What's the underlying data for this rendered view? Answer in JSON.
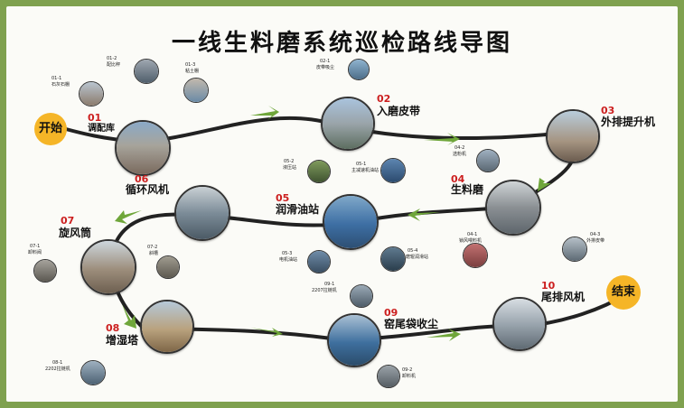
{
  "title": "一线生料磨系统巡检路线导图",
  "start_label": "开始",
  "end_label": "结束",
  "stations": [
    {
      "num": "01",
      "name": "调配库",
      "subs": [
        {
          "code": "01-1",
          "name": "石灰石棚"
        },
        {
          "code": "01-2",
          "name": "配比秤"
        },
        {
          "code": "01-3",
          "name": "粘土棚"
        }
      ]
    },
    {
      "num": "02",
      "name": "入磨皮带",
      "subs": [
        {
          "code": "02-1",
          "name": "皮带吸尘"
        }
      ]
    },
    {
      "num": "03",
      "name": "外排提升机",
      "subs": []
    },
    {
      "num": "04",
      "name": "生料磨",
      "subs": [
        {
          "code": "04-2",
          "name": "选粉机"
        },
        {
          "code": "04-1",
          "name": "锁风喂料机"
        },
        {
          "code": "04-3",
          "name": "外排皮带"
        }
      ]
    },
    {
      "num": "05",
      "name": "润滑油站",
      "subs": [
        {
          "code": "05-2",
          "name": "液压站"
        },
        {
          "code": "05-1",
          "name": "主减速机油站"
        },
        {
          "code": "05-3",
          "name": "电机油站"
        },
        {
          "code": "05-4",
          "name": "磨辊润滑站"
        }
      ]
    },
    {
      "num": "06",
      "name": "循环风机",
      "subs": []
    },
    {
      "num": "07",
      "name": "旋风筒",
      "subs": [
        {
          "code": "07-1",
          "name": "卸料阀"
        },
        {
          "code": "07-2",
          "name": "斜槽"
        }
      ]
    },
    {
      "num": "08",
      "name": "增湿塔",
      "subs": [
        {
          "code": "08-1",
          "name": "2202拉链机"
        }
      ]
    },
    {
      "num": "09",
      "name": "窑尾袋收尘",
      "subs": [
        {
          "code": "09-1",
          "name": "2207拉链机"
        },
        {
          "code": "09-2",
          "name": "卸料机"
        }
      ]
    },
    {
      "num": "10",
      "name": "尾排风机",
      "subs": []
    }
  ],
  "colors": {
    "border": "#7fa14f",
    "path": "#222222",
    "arrow": "#6fa63a",
    "number": "#cc1f1f",
    "pill": "#f5b527"
  }
}
